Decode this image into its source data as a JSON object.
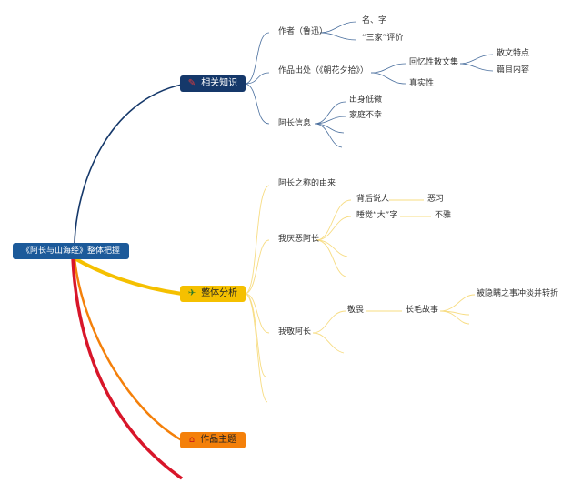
{
  "colors": {
    "root": "#1c5a9a",
    "navy": "#15386a",
    "yellow": "#f5c000",
    "orange": "#f4800a",
    "red": "#d8162a",
    "faint_yellow": "#f7dc82",
    "faint_navy": "#4a6f9e"
  },
  "root": {
    "label": "《阿长与山海经》整体把握"
  },
  "branches": [
    {
      "label": "相关知识",
      "icon": "bookmark-icon",
      "icon_glyph": "✎"
    },
    {
      "label": "整体分析",
      "icon": "paper-plane-icon",
      "icon_glyph": "✈"
    },
    {
      "label": "作品主题",
      "icon": "home-icon",
      "icon_glyph": "⌂"
    }
  ],
  "related": {
    "author": "作者（鲁迅）",
    "name_zi": "名、字",
    "sanjia": "“三家”评价",
    "source": "作品出处（《朝花夕拾》）",
    "memoir": "回忆性散文集",
    "features": "散文特点",
    "chapters": "篇目内容",
    "truth": "真实性",
    "along_info": "阿长信息",
    "birth": "出身低微",
    "family": "家庭不幸"
  },
  "analysis": {
    "name_origin": "阿长之称的由来",
    "dislike": "我厌恶阿长",
    "gossip": "背后说人",
    "bad_habit": "恶习",
    "sleep": "睡觉“大”字",
    "indecent": "不雅",
    "respect": "我敬阿长",
    "jingwei": "敬畏",
    "story": "长毛故事",
    "hidden": "被隐瞒之事冲淡并转折"
  }
}
